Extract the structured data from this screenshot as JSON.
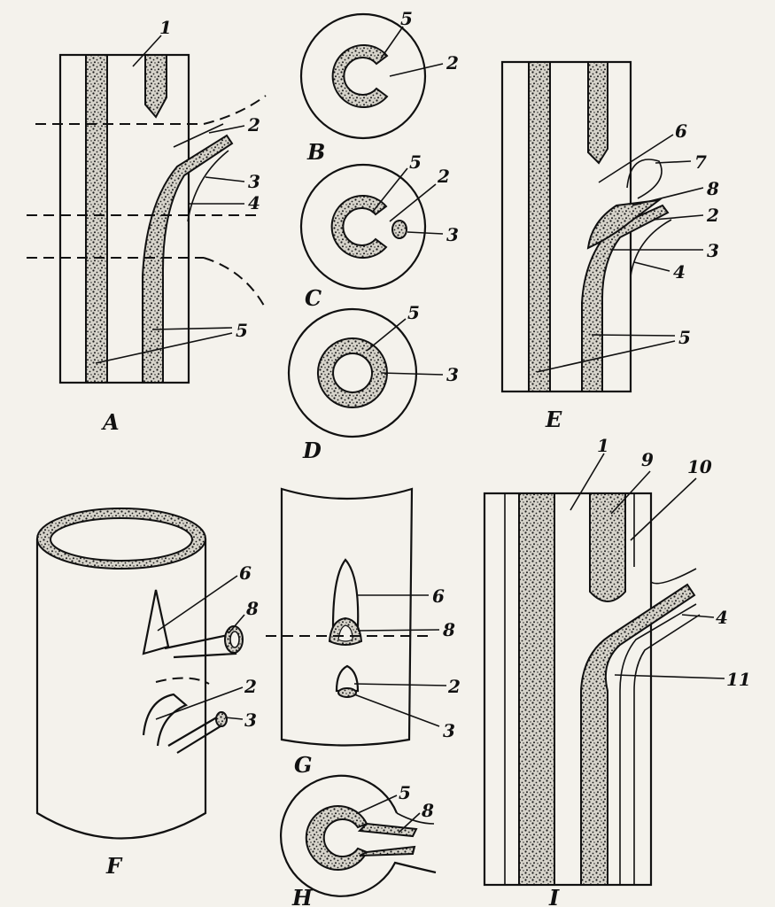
{
  "panel_labels": {
    "A": "A",
    "B": "B",
    "C": "C",
    "D": "D",
    "E": "E",
    "F": "F",
    "G": "G",
    "H": "H",
    "I": "I"
  },
  "numbers": {
    "n1": "1",
    "n2": "2",
    "n3": "3",
    "n4": "4",
    "n5": "5",
    "n6": "6",
    "n7": "7",
    "n8": "8",
    "n9": "9",
    "n10": "10",
    "n11": "11"
  },
  "colors": {
    "ink": "#111111",
    "paper": "#f4f2ec"
  }
}
